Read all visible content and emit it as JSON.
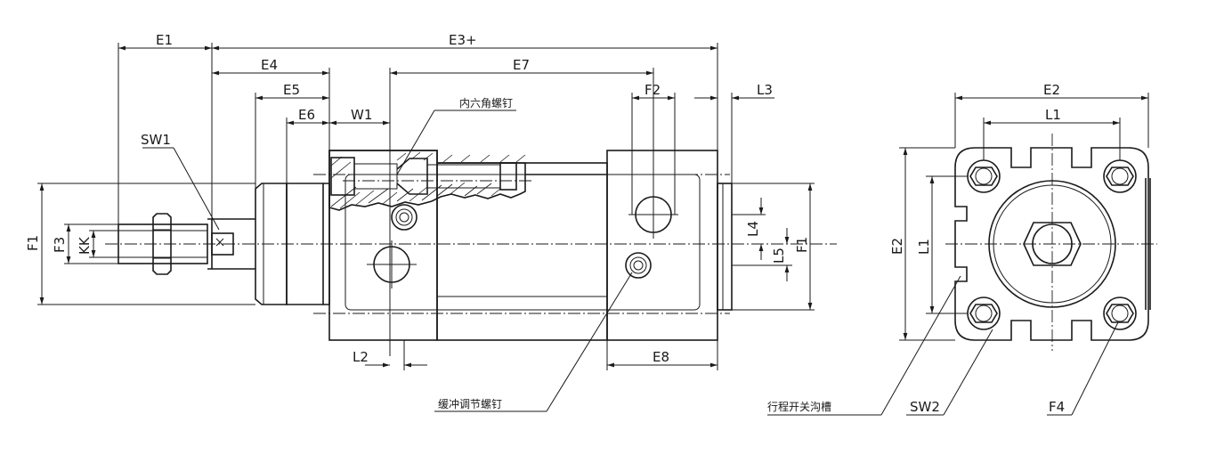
{
  "dimensions": {
    "E1": "E1",
    "E3": "E3+",
    "E4": "E4",
    "E5": "E5",
    "E6": "E6",
    "E7": "E7",
    "W1": "W1",
    "F2": "F2",
    "L3": "L3",
    "E8": "E8",
    "L2": "L2",
    "F1_left": "F1",
    "F3": "F3",
    "KK": "KK",
    "L4": "L4",
    "L5": "L5",
    "F1_right": "F1",
    "E2_top": "E2",
    "L1_top": "L1",
    "E2_left": "E2",
    "L1_left": "L1"
  },
  "callouts": {
    "SW1": "SW1",
    "socket_screw": "内六角螺钉",
    "cushion_screw": "缓冲调节螺钉",
    "switch_groove": "行程开关沟槽",
    "SW2": "SW2",
    "F4": "F4"
  }
}
